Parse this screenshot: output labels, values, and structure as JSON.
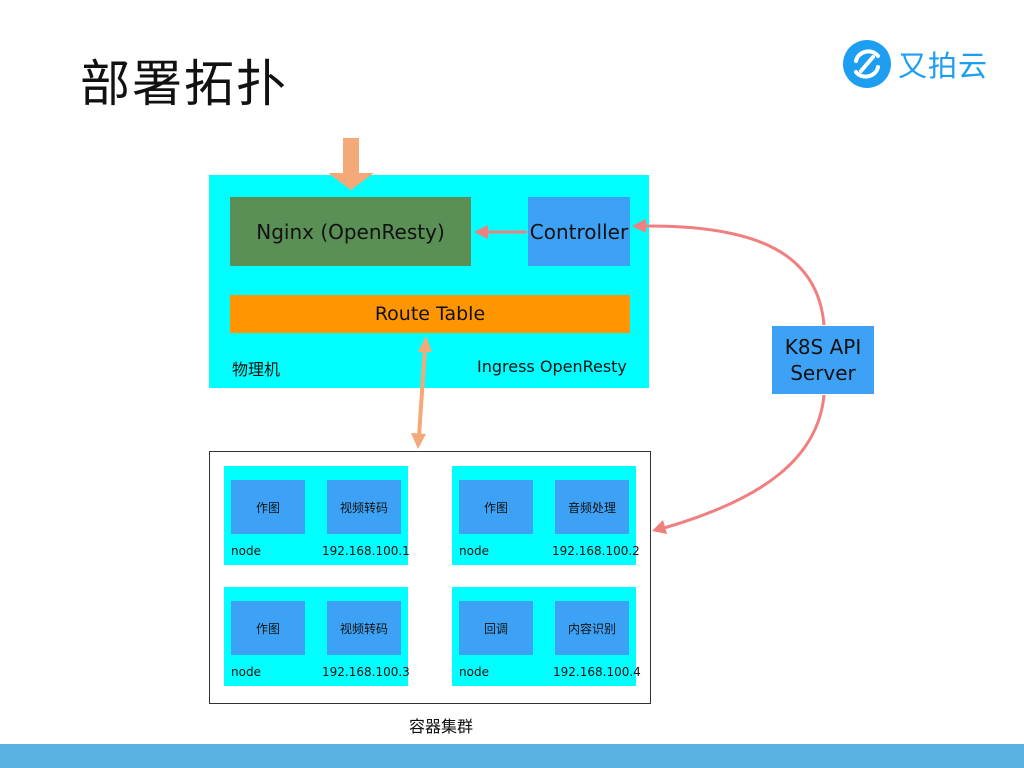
{
  "slide": {
    "title": "部署拓扑"
  },
  "logo": {
    "text": "又拍云",
    "icon": "upyun-logo-icon",
    "color": "#1e9ef0"
  },
  "physical_machine": {
    "nginx_label": "Nginx (OpenResty)",
    "controller_label": "Controller",
    "route_table_label": "Route Table",
    "machine_label": "物理机",
    "ingress_label": "Ingress OpenResty"
  },
  "k8s": {
    "line1": "K8S API",
    "line2": "Server"
  },
  "cluster": {
    "label": "容器集群",
    "nodes": [
      {
        "services": [
          "作图",
          "视频转码"
        ],
        "name": "node",
        "ip": "192.168.100.1"
      },
      {
        "services": [
          "作图",
          "音频处理"
        ],
        "name": "node",
        "ip": "192.168.100.2"
      },
      {
        "services": [
          "作图",
          "视频转码"
        ],
        "name": "node",
        "ip": "192.168.100.3"
      },
      {
        "services": [
          "回调",
          "内容识别"
        ],
        "name": "node",
        "ip": "192.168.100.4"
      }
    ]
  },
  "colors": {
    "cyan": "#00ffff",
    "nginx": "#5a8f55",
    "blue": "#3da2f5",
    "route_table": "#ff9500",
    "arrow_red": "#f07f7f",
    "arrow_orange": "#f5a878",
    "footer": "#59b2e2"
  }
}
